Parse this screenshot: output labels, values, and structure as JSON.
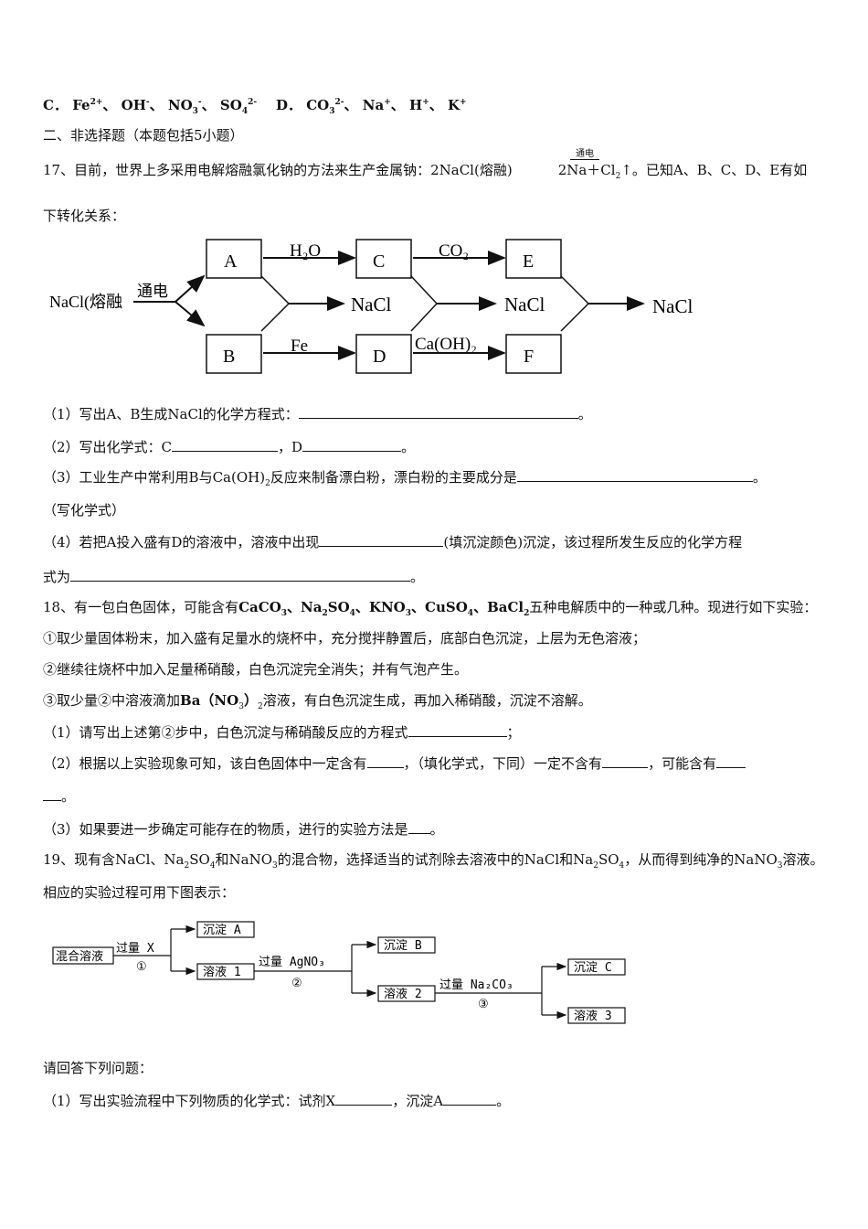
{
  "q16": {
    "optC_label": "C．",
    "optC_ions": [
      {
        "base": "Fe",
        "charge": "2+"
      },
      {
        "base": "OH",
        "charge": "-"
      },
      {
        "base": "NO",
        "sub": "3",
        "charge": "-"
      },
      {
        "base": "SO",
        "sub": "4",
        "charge": "2-"
      }
    ],
    "optD_label": "D．",
    "optD_ions": [
      {
        "base": "CO",
        "sub": "3",
        "charge": "2-"
      },
      {
        "base": "Na",
        "charge": "+"
      },
      {
        "base": "H",
        "charge": "+"
      },
      {
        "base": "K",
        "charge": "+"
      }
    ],
    "sep": "、"
  },
  "section2": {
    "title": "二、非选择题（本题包括5小题）"
  },
  "q17": {
    "intro_a": "17、目前，世界上多采用电解熔融氯化钠的方法来生产金属钠：2NaCl(熔融)",
    "condition": "通电",
    "product_a": "2Na＋Cl",
    "product_sub": "2",
    "intro_b": "↑。已知A、B、C、D、E有如",
    "intro_c": "下转化关系：",
    "diagram": {
      "start": "NaCl(熔融",
      "electrolysis": "通电",
      "boxes": {
        "A": "A",
        "B": "B",
        "C": "C",
        "D": "D",
        "E": "E",
        "F": "F"
      },
      "reagent_h2o": "H₂O",
      "reagent_co2": "CO₂",
      "reagent_fe": "Fe",
      "reagent_caoh2": "Ca(OH)₂",
      "nacl": "NaCl"
    },
    "p1": "（1）写出A、B生成NaCl的化学方程式：",
    "p2a": "（2）写出化学式：C",
    "p2b": "，D",
    "p3a": "（3）工业生产中常利用B与Ca(OH)",
    "p3sub": "2",
    "p3b": "反应来制备漂白粉，漂白粉的主要成分是",
    "p3c": "（写化学式）",
    "p4a": "（4）若把A投入盛有D的溶液中，溶液中出现",
    "p4b": "(填沉淀颜色)沉淀，该过程所发生反应的化学方程",
    "p4c": "式为",
    "period": "。"
  },
  "q18": {
    "intro_a": "18、有一包白色固体，可能含有",
    "intro_b": "五种电解质中的一种或几种。现进行如下实验：",
    "compounds": [
      {
        "base": "CaCO",
        "sub": "3"
      },
      {
        "base": "Na",
        "sub": "2",
        "rest": "SO",
        "sub2": "4"
      },
      {
        "base": "KNO",
        "sub": "3"
      },
      {
        "base": "CuSO",
        "sub": "4"
      },
      {
        "base": "BaCl",
        "sub": "2"
      }
    ],
    "s1": "①取少量固体粉末，加入盛有足量水的烧杯中，充分搅拌静置后，底部白色沉淀，上层为无色溶液；",
    "s2": "②继续往烧杯中加入足量稀硝酸，白色沉淀完全消失；并有气泡产生。",
    "s3a": "③取少量②中溶液滴加",
    "s3b": "Ba（NO",
    "s3c": "3",
    "s3d": "）",
    "s3e": "2",
    "s3f": "溶液，有白色沉淀生成，再加入稀硝酸，沉淀不溶解。",
    "p1a": "（1）请写出上述第②步中，白色沉淀与稀硝酸反应的方程式",
    "p1b": "；",
    "p2a": "（2）根据以上实验现象可知，该白色固体中一定含有",
    "p2b": "，（填化学式，下同）一定不含有",
    "p2c": "，可能含有",
    "p2d": "。",
    "p3a": "（3）如果要进一步确定可能存在的物质，进行的实验方法是",
    "p3b": "。"
  },
  "q19": {
    "intro_a": "19、现有含NaCl、Na",
    "s1": "2",
    "intro_b": "SO",
    "s2": "4",
    "intro_c": "和NaNO",
    "s3": "3",
    "intro_d": "的混合物，选择适当的试剂除去溶液中的NaCl和Na",
    "s4": "2",
    "intro_e": "SO",
    "s5": "4",
    "intro_f": "，从而得到纯净的NaNO",
    "s6": "3",
    "intro_g": "溶液。",
    "intro_h": "相应的实验过程可用下图表示：",
    "diagram": {
      "mix": "混合溶液",
      "x": "过量 X",
      "n1": "①",
      "ppt_a": "沉淀 A",
      "sol1": "溶液 1",
      "agno3": "过量 AgNO₃",
      "n2": "②",
      "ppt_b": "沉淀 B",
      "sol2": "溶液 2",
      "na2co3": "过量 Na₂CO₃",
      "n3": "③",
      "ppt_c": "沉淀 C",
      "sol3": "溶液 3"
    },
    "ask": "请回答下列问题：",
    "p1a": "（1）写出实验流程中下列物质的化学式：试剂X",
    "p1b": "，沉淀A",
    "p1c": "。"
  }
}
